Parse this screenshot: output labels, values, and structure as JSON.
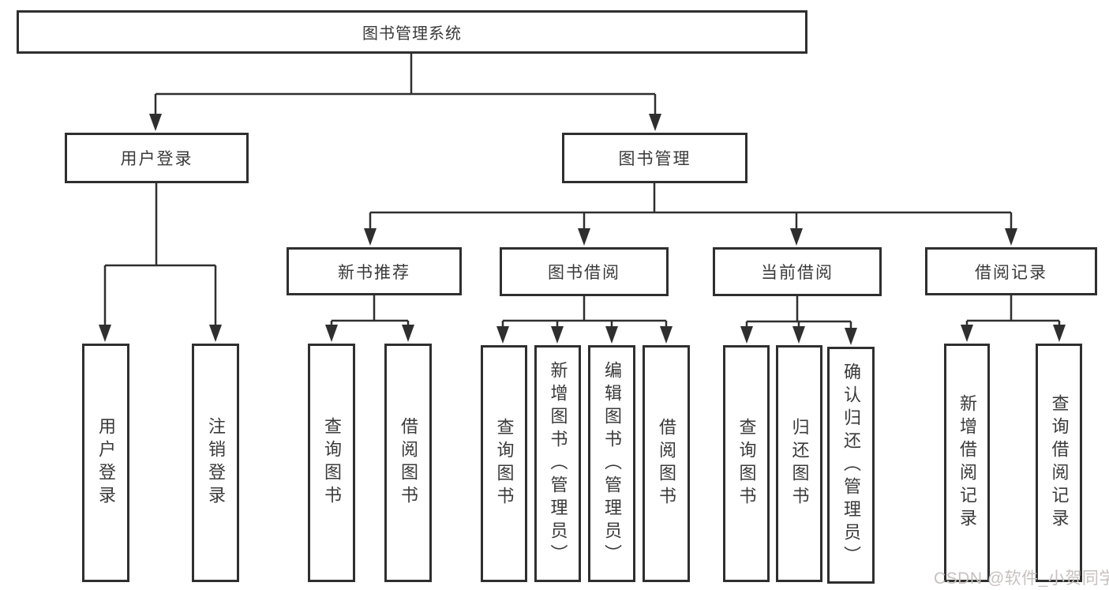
{
  "diagram": {
    "title": "图书管理系统",
    "nodes": [
      {
        "id": "root",
        "label": "图书管理系统"
      },
      {
        "id": "user-login",
        "label": "用户登录"
      },
      {
        "id": "book-mgmt",
        "label": "图书管理"
      },
      {
        "id": "new-book-rec",
        "label": "新书推荐"
      },
      {
        "id": "book-borrow",
        "label": "图书借阅"
      },
      {
        "id": "current-borrow",
        "label": "当前借阅"
      },
      {
        "id": "borrow-records",
        "label": "借阅记录"
      },
      {
        "id": "leaf-user-login",
        "label": "用户登录"
      },
      {
        "id": "leaf-logout",
        "label": "注销登录"
      },
      {
        "id": "leaf-query-book-1",
        "label": "查询图书"
      },
      {
        "id": "leaf-borrow-book-1",
        "label": "借阅图书"
      },
      {
        "id": "leaf-query-book-2",
        "label": "查询图书"
      },
      {
        "id": "leaf-add-book",
        "label": "新增图书（管理员）"
      },
      {
        "id": "leaf-edit-book",
        "label": "编辑图书（管理员）"
      },
      {
        "id": "leaf-borrow-book-2",
        "label": "借阅图书"
      },
      {
        "id": "leaf-query-book-3",
        "label": "查询图书"
      },
      {
        "id": "leaf-return-book",
        "label": "归还图书"
      },
      {
        "id": "leaf-confirm-return",
        "label": "确认归还（管理员）"
      },
      {
        "id": "leaf-add-borrow-record",
        "label": "新增借阅记录"
      },
      {
        "id": "leaf-query-borrow-record",
        "label": "查询借阅记录"
      }
    ],
    "edges": [
      [
        "root",
        "user-login"
      ],
      [
        "root",
        "book-mgmt"
      ],
      [
        "user-login",
        "leaf-user-login"
      ],
      [
        "user-login",
        "leaf-logout"
      ],
      [
        "book-mgmt",
        "new-book-rec"
      ],
      [
        "book-mgmt",
        "book-borrow"
      ],
      [
        "book-mgmt",
        "current-borrow"
      ],
      [
        "book-mgmt",
        "borrow-records"
      ],
      [
        "new-book-rec",
        "leaf-query-book-1"
      ],
      [
        "new-book-rec",
        "leaf-borrow-book-1"
      ],
      [
        "book-borrow",
        "leaf-query-book-2"
      ],
      [
        "book-borrow",
        "leaf-add-book"
      ],
      [
        "book-borrow",
        "leaf-edit-book"
      ],
      [
        "book-borrow",
        "leaf-borrow-book-2"
      ],
      [
        "current-borrow",
        "leaf-query-book-3"
      ],
      [
        "current-borrow",
        "leaf-return-book"
      ],
      [
        "current-borrow",
        "leaf-confirm-return"
      ],
      [
        "borrow-records",
        "leaf-add-borrow-record"
      ],
      [
        "borrow-records",
        "leaf-query-borrow-record"
      ]
    ]
  },
  "watermark": {
    "text": "CSDN @软件_小贺同学"
  },
  "colors": {
    "line": "#2f2f2f",
    "box_border": "#2f2f2f",
    "text": "#3a3a3a",
    "background": "#ffffff",
    "watermark": "#c8c0c0"
  }
}
